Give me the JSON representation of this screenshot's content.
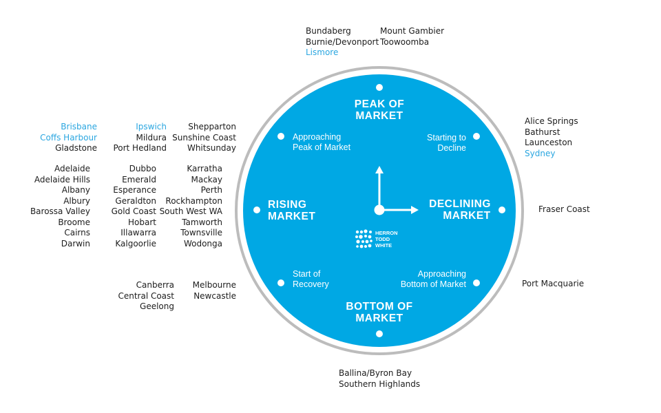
{
  "colors": {
    "face": "#00a8e4",
    "ring": "#bcbcbc",
    "text": "#1c1c1c",
    "highlight": "#2aa6e0",
    "white": "#ffffff"
  },
  "clock": {
    "phases": {
      "peak": [
        "PEAK OF",
        "MARKET"
      ],
      "declining": [
        "DECLINING",
        "MARKET"
      ],
      "bottom": [
        "BOTTOM OF",
        "MARKET"
      ],
      "rising": [
        "RISING",
        "MARKET"
      ]
    },
    "transitions": {
      "approaching_peak": [
        "Approaching",
        "Peak of Market"
      ],
      "starting_decline": [
        "Starting to",
        "Decline"
      ],
      "approaching_bottom": [
        "Approaching",
        "Bottom of Market"
      ],
      "start_recovery": [
        "Start of",
        "Recovery"
      ]
    },
    "logo": [
      "HERRON",
      "TODD",
      "WHITE"
    ]
  },
  "groups": {
    "peak_left": [
      {
        "name": "Bundaberg"
      },
      {
        "name": "Burnie/Devonport"
      },
      {
        "name": "Lismore",
        "highlight": true
      }
    ],
    "peak_right": [
      {
        "name": "Mount Gambier"
      },
      {
        "name": "Toowoomba"
      }
    ],
    "starting_decline": [
      {
        "name": "Alice Springs"
      },
      {
        "name": "Bathurst"
      },
      {
        "name": "Launceston"
      },
      {
        "name": "Sydney",
        "highlight": true
      }
    ],
    "declining": [
      {
        "name": "Fraser Coast"
      }
    ],
    "approaching_bottom": [
      {
        "name": "Port Macquarie"
      }
    ],
    "bottom": [
      {
        "name": "Ballina/Byron Bay"
      },
      {
        "name": "Southern Highlands"
      }
    ],
    "recovery_a": [
      {
        "name": "Canberra"
      },
      {
        "name": "Central Coast"
      },
      {
        "name": "Geelong"
      }
    ],
    "recovery_b": [
      {
        "name": "Melbourne"
      },
      {
        "name": "Newcastle"
      }
    ],
    "approaching_peak_a": [
      {
        "name": "Brisbane",
        "highlight": true
      },
      {
        "name": "Coffs Harbour",
        "highlight": true
      },
      {
        "name": "Gladstone"
      }
    ],
    "approaching_peak_b": [
      {
        "name": "Ipswich",
        "highlight": true
      },
      {
        "name": "Mildura"
      },
      {
        "name": "Port Hedland"
      }
    ],
    "approaching_peak_c": [
      {
        "name": "Shepparton"
      },
      {
        "name": "Sunshine Coast"
      },
      {
        "name": "Whitsunday"
      }
    ],
    "rising_a": [
      {
        "name": "Adelaide"
      },
      {
        "name": "Adelaide Hills"
      },
      {
        "name": "Albany"
      },
      {
        "name": "Albury"
      },
      {
        "name": "Barossa Valley"
      },
      {
        "name": "Broome"
      },
      {
        "name": "Cairns"
      },
      {
        "name": "Darwin"
      }
    ],
    "rising_b": [
      {
        "name": "Dubbo"
      },
      {
        "name": "Emerald"
      },
      {
        "name": "Esperance"
      },
      {
        "name": "Geraldton"
      },
      {
        "name": "Gold Coast"
      },
      {
        "name": "Hobart"
      },
      {
        "name": "Illawarra"
      },
      {
        "name": "Kalgoorlie"
      }
    ],
    "rising_c": [
      {
        "name": "Karratha"
      },
      {
        "name": "Mackay"
      },
      {
        "name": "Perth"
      },
      {
        "name": "Rockhampton"
      },
      {
        "name": "South West WA"
      },
      {
        "name": "Tamworth"
      },
      {
        "name": "Townsville"
      },
      {
        "name": "Wodonga"
      }
    ]
  }
}
